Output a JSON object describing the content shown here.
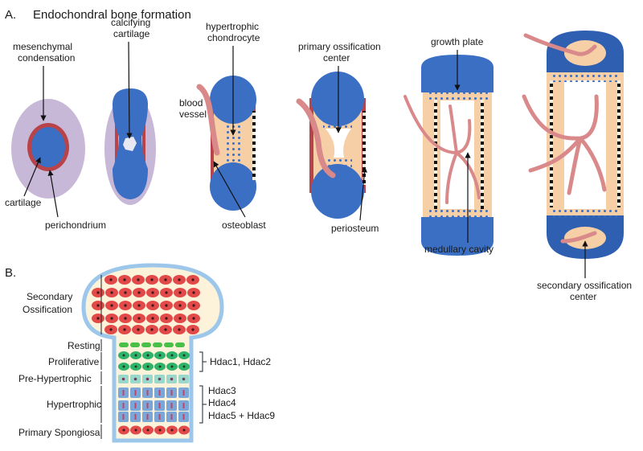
{
  "panel_a": {
    "letter": "A.",
    "title": "Endochondral bone formation",
    "labels": {
      "mesenchymal_1": "mesenchymal",
      "mesenchymal_2": "condensation",
      "cartilage": "cartilage",
      "perichondrium": "perichondrium",
      "calcifying_1": "calcifying",
      "calcifying_2": "cartilage",
      "hypertrophic_1": "hypertrophic",
      "hypertrophic_2": "chondrocyte",
      "blood_1": "blood",
      "blood_2": "vessel",
      "osteoblast": "osteoblast",
      "primary_1": "primary ossification",
      "primary_2": "center",
      "periosteum": "periosteum",
      "growth_plate": "growth plate",
      "medullary_cavity": "medullary cavity",
      "secondary_1": "secondary ossification",
      "secondary_2": "center"
    }
  },
  "panel_b": {
    "letter": "B.",
    "zones": {
      "secondary_1": "Secondary",
      "secondary_2": "Ossification",
      "resting": "Resting",
      "proliferative": "Proliferative",
      "pre_hypertrophic": "Pre-Hypertrophic",
      "hypertrophic": "Hypertrophic",
      "primary_spongiosa": "Primary Spongiosa"
    },
    "hdac": {
      "group1": "Hdac1, Hdac2",
      "hdac3": "Hdac3",
      "hdac4": "Hdac4",
      "hdac5_9": "Hdac5 + Hdac9"
    }
  },
  "colors": {
    "cartilage_blue": "#3a6fc4",
    "cartilage_dark": "#2f5fb0",
    "halo": "#c8b8d8",
    "perichondrium_red": "#b8444a",
    "matrix_tan": "#f6cfa6",
    "vessel_pink": "#d9898a",
    "chondrocyte_red": "#e24a4a",
    "proliferative_green": "#2fb36a",
    "resting_green": "#48c048",
    "prehyp_teal": "#9ad8cc",
    "hyp_blue": "#7aa7d8",
    "outline_blue": "#9cc7ea",
    "background_cream": "#fdf3da"
  }
}
